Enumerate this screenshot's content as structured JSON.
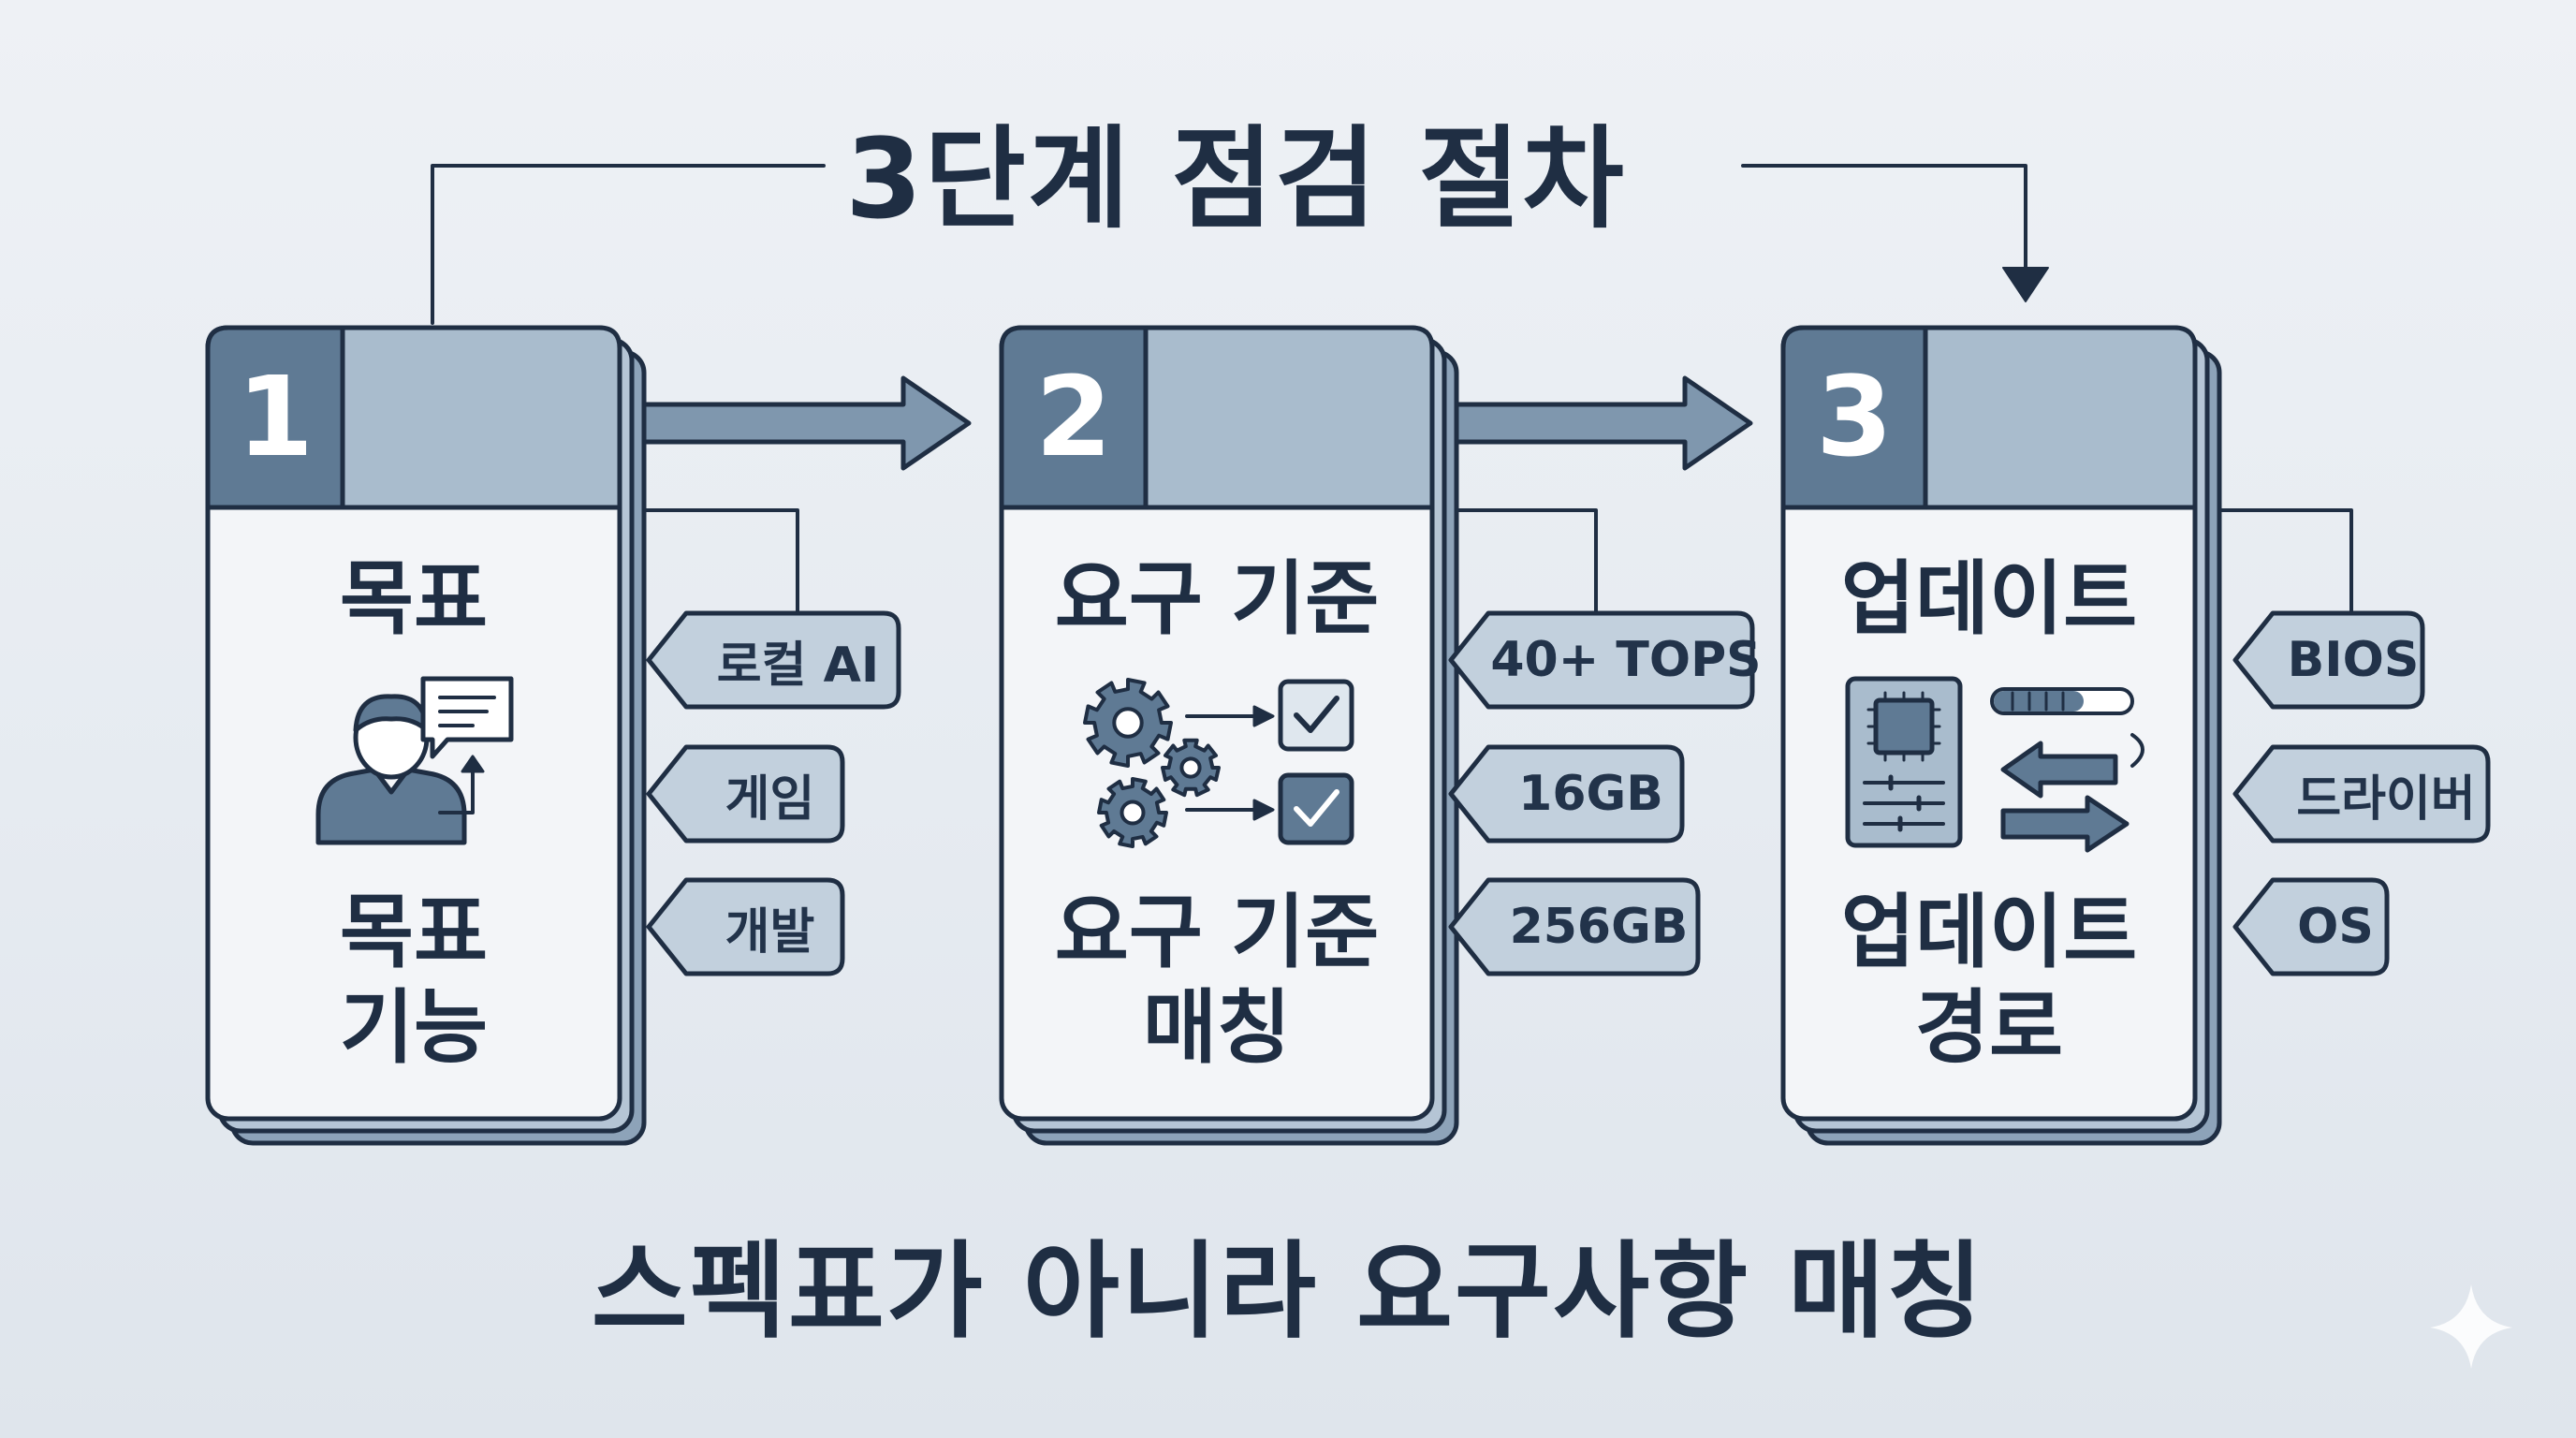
{
  "title": "3단계 점검 절차",
  "footer": "스펙표가 아니라 요구사항 매칭",
  "steps": [
    {
      "number": "1",
      "title": "목표",
      "label_lines": [
        "목표",
        "기능"
      ],
      "icon": "person-speech-bubble-icon",
      "tags": [
        "로컬 AI",
        "게임",
        "개발"
      ]
    },
    {
      "number": "2",
      "title": "요구 기준",
      "label_lines": [
        "요구 기준",
        "매칭"
      ],
      "icon": "gears-checklist-icon",
      "tags": [
        "40+ TOPS",
        "16GB",
        "256GB"
      ]
    },
    {
      "number": "3",
      "title": "업데이트",
      "label_lines": [
        "업데이트",
        "경로"
      ],
      "icon": "chip-update-cycle-icon",
      "tags": [
        "BIOS",
        "드라이버",
        "OS"
      ]
    }
  ],
  "colors": {
    "background": "#e8edf2",
    "ink": "#1f2e43",
    "number_block": "#5f7a94",
    "header_fill": "#a9bccd",
    "card_fill": "#f3f5f8",
    "card_shadow": "#8da3b9",
    "tag_fill": "#c2d0dd",
    "arrow_fill": "#7f97ae"
  }
}
